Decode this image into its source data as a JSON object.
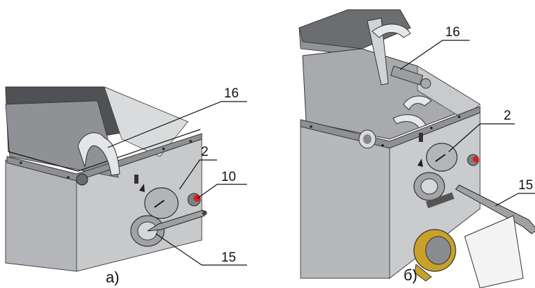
{
  "panels": {
    "a": {
      "caption": "а)",
      "callouts": {
        "c16": "16",
        "c2": "2",
        "c10": "10",
        "c15": "15"
      }
    },
    "b": {
      "caption": "б)",
      "callouts": {
        "c16": "16",
        "c2": "2",
        "c15": "15"
      }
    }
  },
  "colors": {
    "metal_light": "#c9cbcd",
    "metal_mid": "#a9abae",
    "metal_dark": "#5f6265",
    "rim": "#8e9093",
    "red_knob": "#d42020",
    "brass": "#c8a12a"
  }
}
